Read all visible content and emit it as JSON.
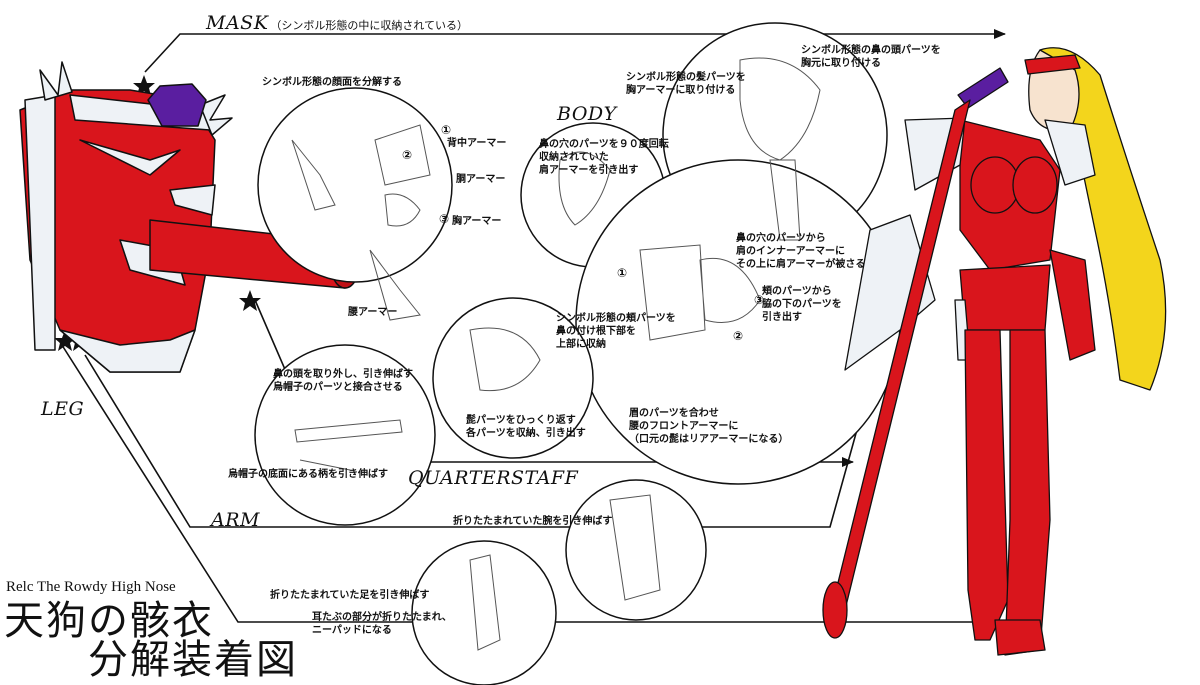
{
  "titles": {
    "english": "Relc The Rowdy High Nose",
    "japanese_line1": "天狗の骸衣",
    "japanese_line2": "分解装着図"
  },
  "sections": {
    "mask": "MASK",
    "mask_note": "（シンボル形態の中に収納されている）",
    "body": "BODY",
    "leg": "LEG",
    "quarterstaff": "QUARTERSTAFF",
    "arm": "ARM"
  },
  "annotations": {
    "face_split": "シンボル形態の顔面を分解する",
    "back_armor": "背中アーマー",
    "torso_armor": "胴アーマー",
    "chest_armor": "胸アーマー",
    "waist_armor": "腰アーマー",
    "num1": "①",
    "num2": "②",
    "num3": "③",
    "nose_rotate": "鼻の穴のパーツを９０度回転\n収納されていた\n肩アーマーを引き出す",
    "hair_part": "シンボル形態の髪パーツを\n胸アーマーに取り付ける",
    "nose_tip_part": "シンボル形態の鼻の頭パーツを\n胸元に取り付ける",
    "nose_inner": "鼻の穴のパーツから\n肩のインナーアーマーに\nその上に肩アーマーが被さる",
    "cheek_part": "頬のパーツから\n脇の下のパーツを\n引き出す",
    "circle3_num1": "①",
    "circle3_num2": "②",
    "circle3_num3": "③",
    "cheek_store": "シンボル形態の頬パーツを\n鼻の付け根下部を\n上部に収納",
    "eyebrow": "眉のパーツを合わせ\n腰のフロントアーマーに\n（口元の髭はリアアーマーになる）",
    "beard_flip": "髭パーツをひっくり返す\n各パーツを収納、引き出す",
    "nose_head": "鼻の頭を取り外し、引き伸ばす\n烏帽子のパーツと接合させる",
    "eboshi": "烏帽子の底面にある柄を引き伸ばす",
    "arm_extend": "折りたたまれていた腕を引き伸ばす",
    "leg_extend": "折りたたまれていた足を引き伸ばす",
    "ear_fold": "耳たぶの部分が折りたたまれ、\nニーパッドになる"
  },
  "colors": {
    "armor_red": "#d9151c",
    "armor_white": "#eef2f6",
    "gem_purple": "#5a1ea0",
    "hair_yellow": "#f3d51c",
    "line": "#111111"
  }
}
